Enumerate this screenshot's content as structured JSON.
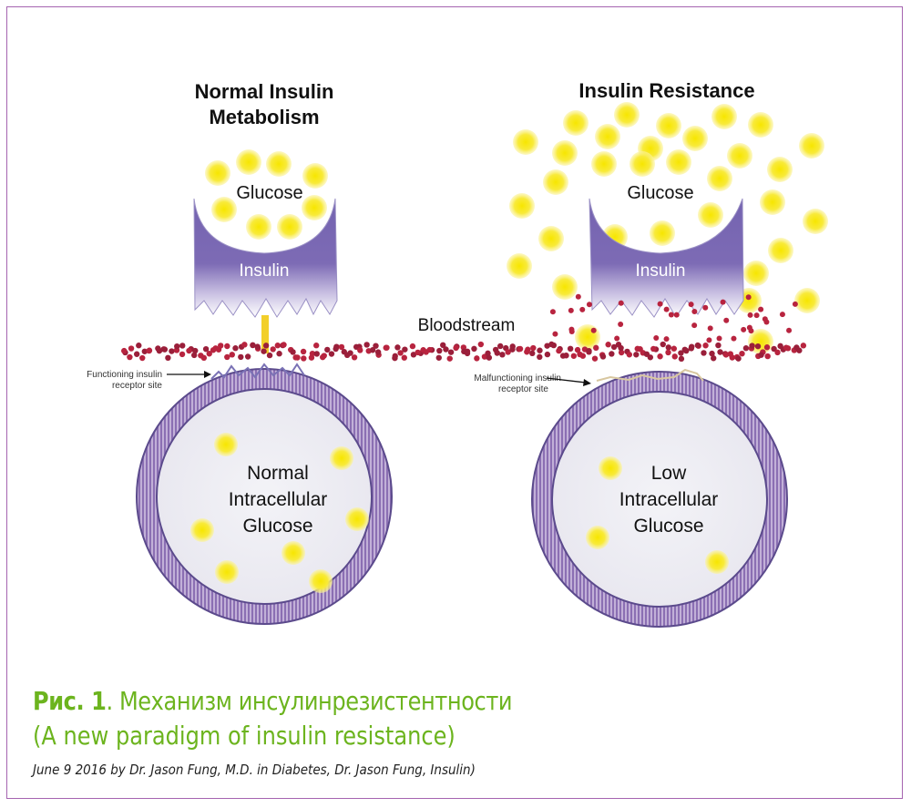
{
  "panels": {
    "left": {
      "title_line1": "Normal Insulin",
      "title_line2": "Metabolism",
      "glucose_label": "Glucose",
      "insulin_label": "Insulin",
      "receptor_label_line1": "Functioning insulin",
      "receptor_label_line2": "receptor site",
      "cell_label_line1": "Normal",
      "cell_label_line2": "Intracellular",
      "cell_label_line3": "Glucose"
    },
    "right": {
      "title": "Insulin Resistance",
      "glucose_label": "Glucose",
      "insulin_label": "Insulin",
      "receptor_label_line1": "Malfunctioning insulin",
      "receptor_label_line2": "receptor site",
      "cell_label_line1": "Low",
      "cell_label_line2": "Intracellular",
      "cell_label_line3": "Glucose"
    }
  },
  "bloodstream_label": "Bloodstream",
  "caption": {
    "figure_number": "Рис. 1",
    "title_ru": ". Механизм инсулинрезистентности",
    "title_en": "(A new paradigm of insulin resistance)",
    "source": "June 9 2016 by Dr. Jason Fung, M.D. in Diabetes, Dr. Jason Fung, Insulin)"
  },
  "colors": {
    "glucose": "#f5e61e",
    "insulin": "#7d6bb5",
    "blood_cell": "#b8243f",
    "membrane": "#8a6fb0",
    "caption_green": "#6cb41e",
    "frame": "#a564b0"
  }
}
